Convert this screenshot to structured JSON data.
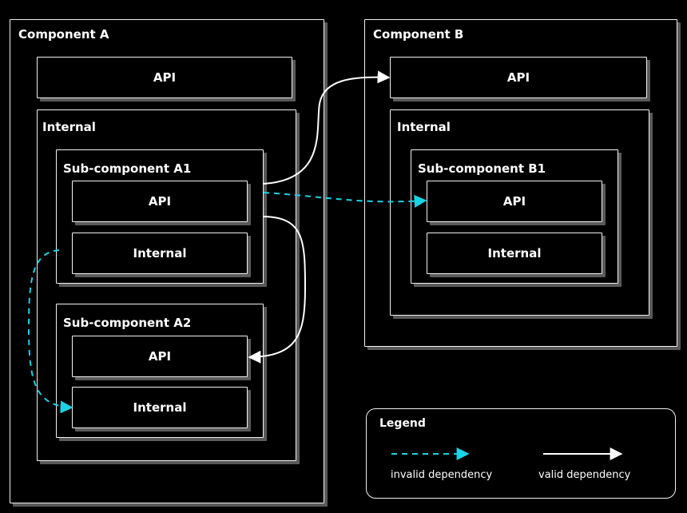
{
  "component_a": {
    "title": "Component A",
    "api": "API",
    "internal": {
      "title": "Internal",
      "sub_a1": {
        "title": "Sub-component A1",
        "api": "API",
        "internal": "Internal"
      },
      "sub_a2": {
        "title": "Sub-component A2",
        "api": "API",
        "internal": "Internal"
      }
    }
  },
  "component_b": {
    "title": "Component B",
    "api": "API",
    "internal": {
      "title": "Internal",
      "sub_b1": {
        "title": "Sub-component B1",
        "api": "API",
        "internal": "Internal"
      }
    }
  },
  "legend": {
    "title": "Legend",
    "invalid": "invalid dependency",
    "valid": "valid dependency"
  },
  "colors": {
    "invalid": "#19d3e6",
    "valid": "#ffffff",
    "background": "#000000"
  }
}
